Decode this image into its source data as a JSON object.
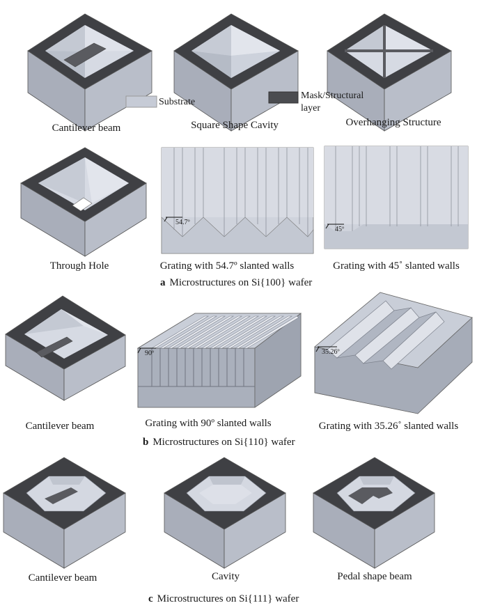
{
  "legend": {
    "substrate": "Substrate",
    "mask_line1": "Mask/Structural",
    "mask_line2": "layer",
    "substrate_color": "#c6cbd6",
    "mask_color": "#4b4c50"
  },
  "section_a": {
    "letter": "a",
    "title": "Microstructures on Si{100}  wafer",
    "captions": [
      "Cantilever beam",
      "Square Shape Cavity",
      "Overhanging Structure",
      "Through Hole",
      "Grating with 54.7º slanted walls",
      "Grating with 45˚ slanted walls"
    ],
    "angles": [
      "54.7º",
      "45º"
    ]
  },
  "section_b": {
    "letter": "b",
    "title": "Microstructures on Si{110}  wafer",
    "captions": [
      "Cantilever beam",
      "Grating with 90º slanted walls",
      "Grating with 35.26˚ slanted walls"
    ],
    "angles": [
      "90º",
      "35.26º"
    ]
  },
  "section_c": {
    "letter": "c",
    "title": "Microstructures on Si{111}  wafer",
    "captions": [
      "Cantilever beam",
      "Cavity",
      "Pedal shape beam"
    ]
  }
}
